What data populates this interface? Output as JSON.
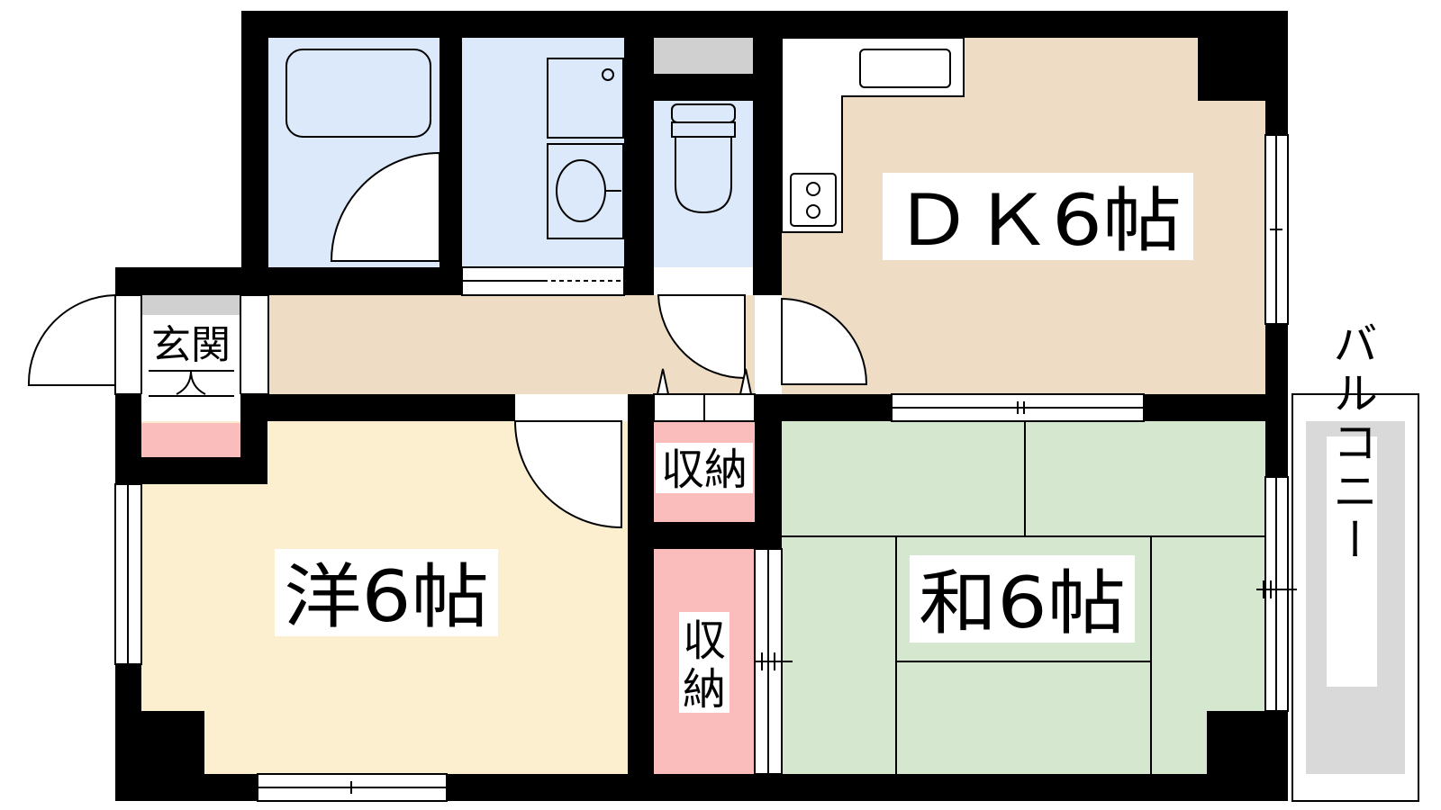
{
  "floor_plan": {
    "rooms": {
      "dk": {
        "label": "ＤＫ6帖",
        "color": "#eedcc4"
      },
      "western": {
        "label": "洋6帖",
        "color": "#fcefd0"
      },
      "japanese": {
        "label": "和6帖",
        "color": "#d5e8cf"
      },
      "entrance": {
        "label": "玄関"
      },
      "storage_upper": {
        "label": "収納",
        "color": "#fbbcbc"
      },
      "storage_lower": {
        "label_line1": "収",
        "label_line2": "納",
        "color": "#fbbcbc"
      },
      "balcony": {
        "label": "バルコニー",
        "color": "#d9d9d9"
      },
      "wet_area_color": "#dbe9fb",
      "hallway_color": "#eedcc4"
    },
    "colors": {
      "wall": "#000000",
      "fixture_stroke": "#000000"
    }
  }
}
